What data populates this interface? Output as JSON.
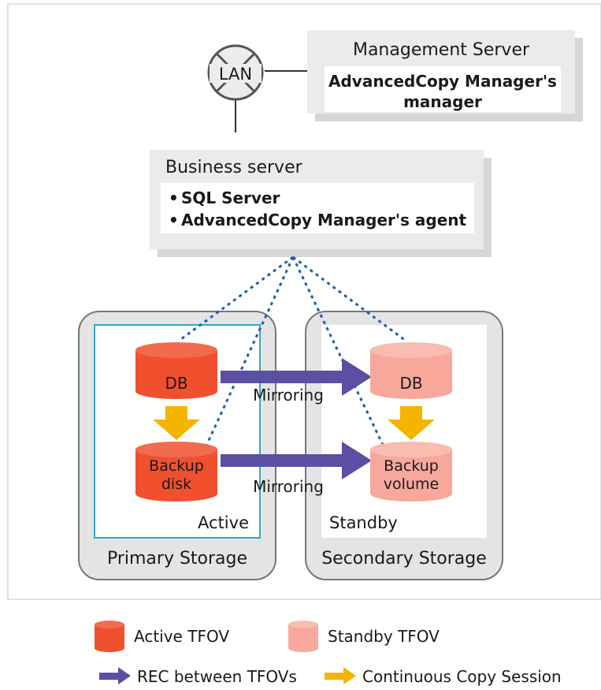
{
  "colors": {
    "active_db": "#f0502e",
    "standby_db": "#f7a89b",
    "rec_arrow": "#5a4fa3",
    "continuous_arrow": "#f5b400",
    "link_dots": "#1f5fb0",
    "box_bg": "#ebebeb",
    "storage_bg": "#e4e4e4",
    "active_border": "#35a8c8"
  },
  "lan": {
    "label": "LAN"
  },
  "management_server": {
    "title": "Management Server",
    "content_line1": "AdvancedCopy Manager's",
    "content_line2": "manager"
  },
  "business_server": {
    "title": "Business server",
    "items": [
      "SQL Server",
      "AdvancedCopy Manager's agent"
    ],
    "bullet": "•"
  },
  "primary_storage": {
    "label": "Primary Storage",
    "state": "Active",
    "db_label": "DB",
    "backup_line1": "Backup",
    "backup_line2": "disk"
  },
  "secondary_storage": {
    "label": "Secondary Storage",
    "state": "Standby",
    "db_label": "DB",
    "backup_line1": "Backup",
    "backup_line2": "volume"
  },
  "mirroring_label": "Mirroring",
  "legend": {
    "active_tfov": "Active TFOV",
    "standby_tfov": "Standby TFOV",
    "rec": "REC between TFOVs",
    "continuous": "Continuous Copy Session"
  }
}
